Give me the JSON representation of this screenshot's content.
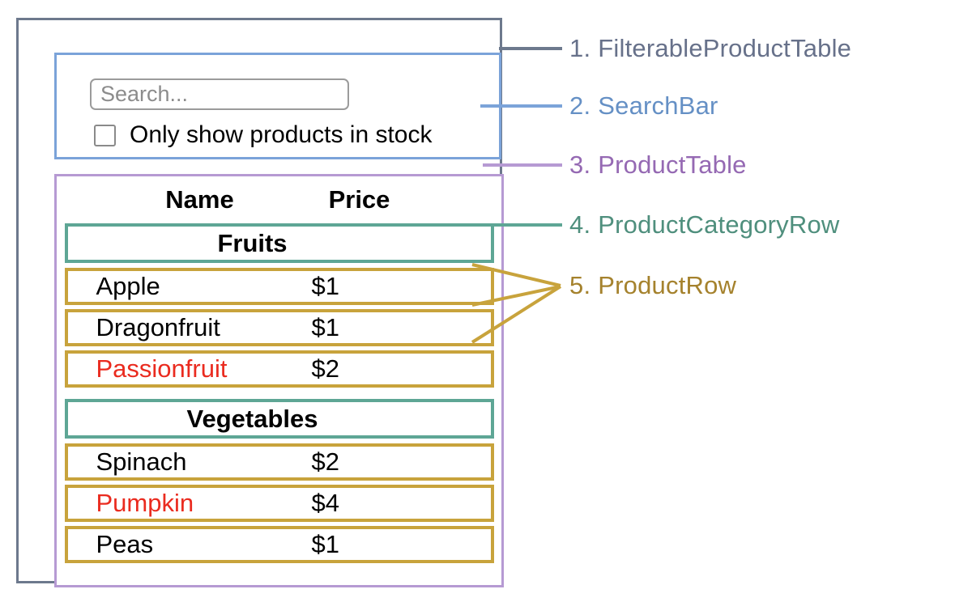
{
  "annotations": {
    "items": [
      {
        "number": "1.",
        "label": "FilterableProductTable",
        "color": "#67718a"
      },
      {
        "number": "2.",
        "label": "SearchBar",
        "color": "#6590c5"
      },
      {
        "number": "3.",
        "label": "ProductTable",
        "color": "#9569b3"
      },
      {
        "number": "4.",
        "label": "ProductCategoryRow",
        "color": "#4f8f7d"
      },
      {
        "number": "5.",
        "label": "ProductRow",
        "color": "#a5822d"
      }
    ]
  },
  "search_bar": {
    "input_placeholder": "Search...",
    "input_value": "",
    "checkbox_label": "Only show products in stock",
    "checkbox_checked": false
  },
  "product_table": {
    "header": {
      "name_col": "Name",
      "price_col": "Price"
    },
    "sections": [
      {
        "category": "Fruits",
        "products": [
          {
            "name": "Apple",
            "price": "$1",
            "red": false
          },
          {
            "name": "Dragonfruit",
            "price": "$1",
            "red": false
          },
          {
            "name": "Passionfruit",
            "price": "$2",
            "red": true
          }
        ]
      },
      {
        "category": "Vegetables",
        "products": [
          {
            "name": "Spinach",
            "price": "$2",
            "red": false
          },
          {
            "name": "Pumpkin",
            "price": "$4",
            "red": true
          },
          {
            "name": "Peas",
            "price": "$1",
            "red": false
          }
        ]
      }
    ]
  },
  "colors": {
    "outer_border": "#6d798d",
    "searchbar_border": "#7ba3d9",
    "table_border": "#b69ad3",
    "category_border": "#5ea695",
    "product_border": "#c8a33c",
    "red_text": "#ea2b1f"
  }
}
